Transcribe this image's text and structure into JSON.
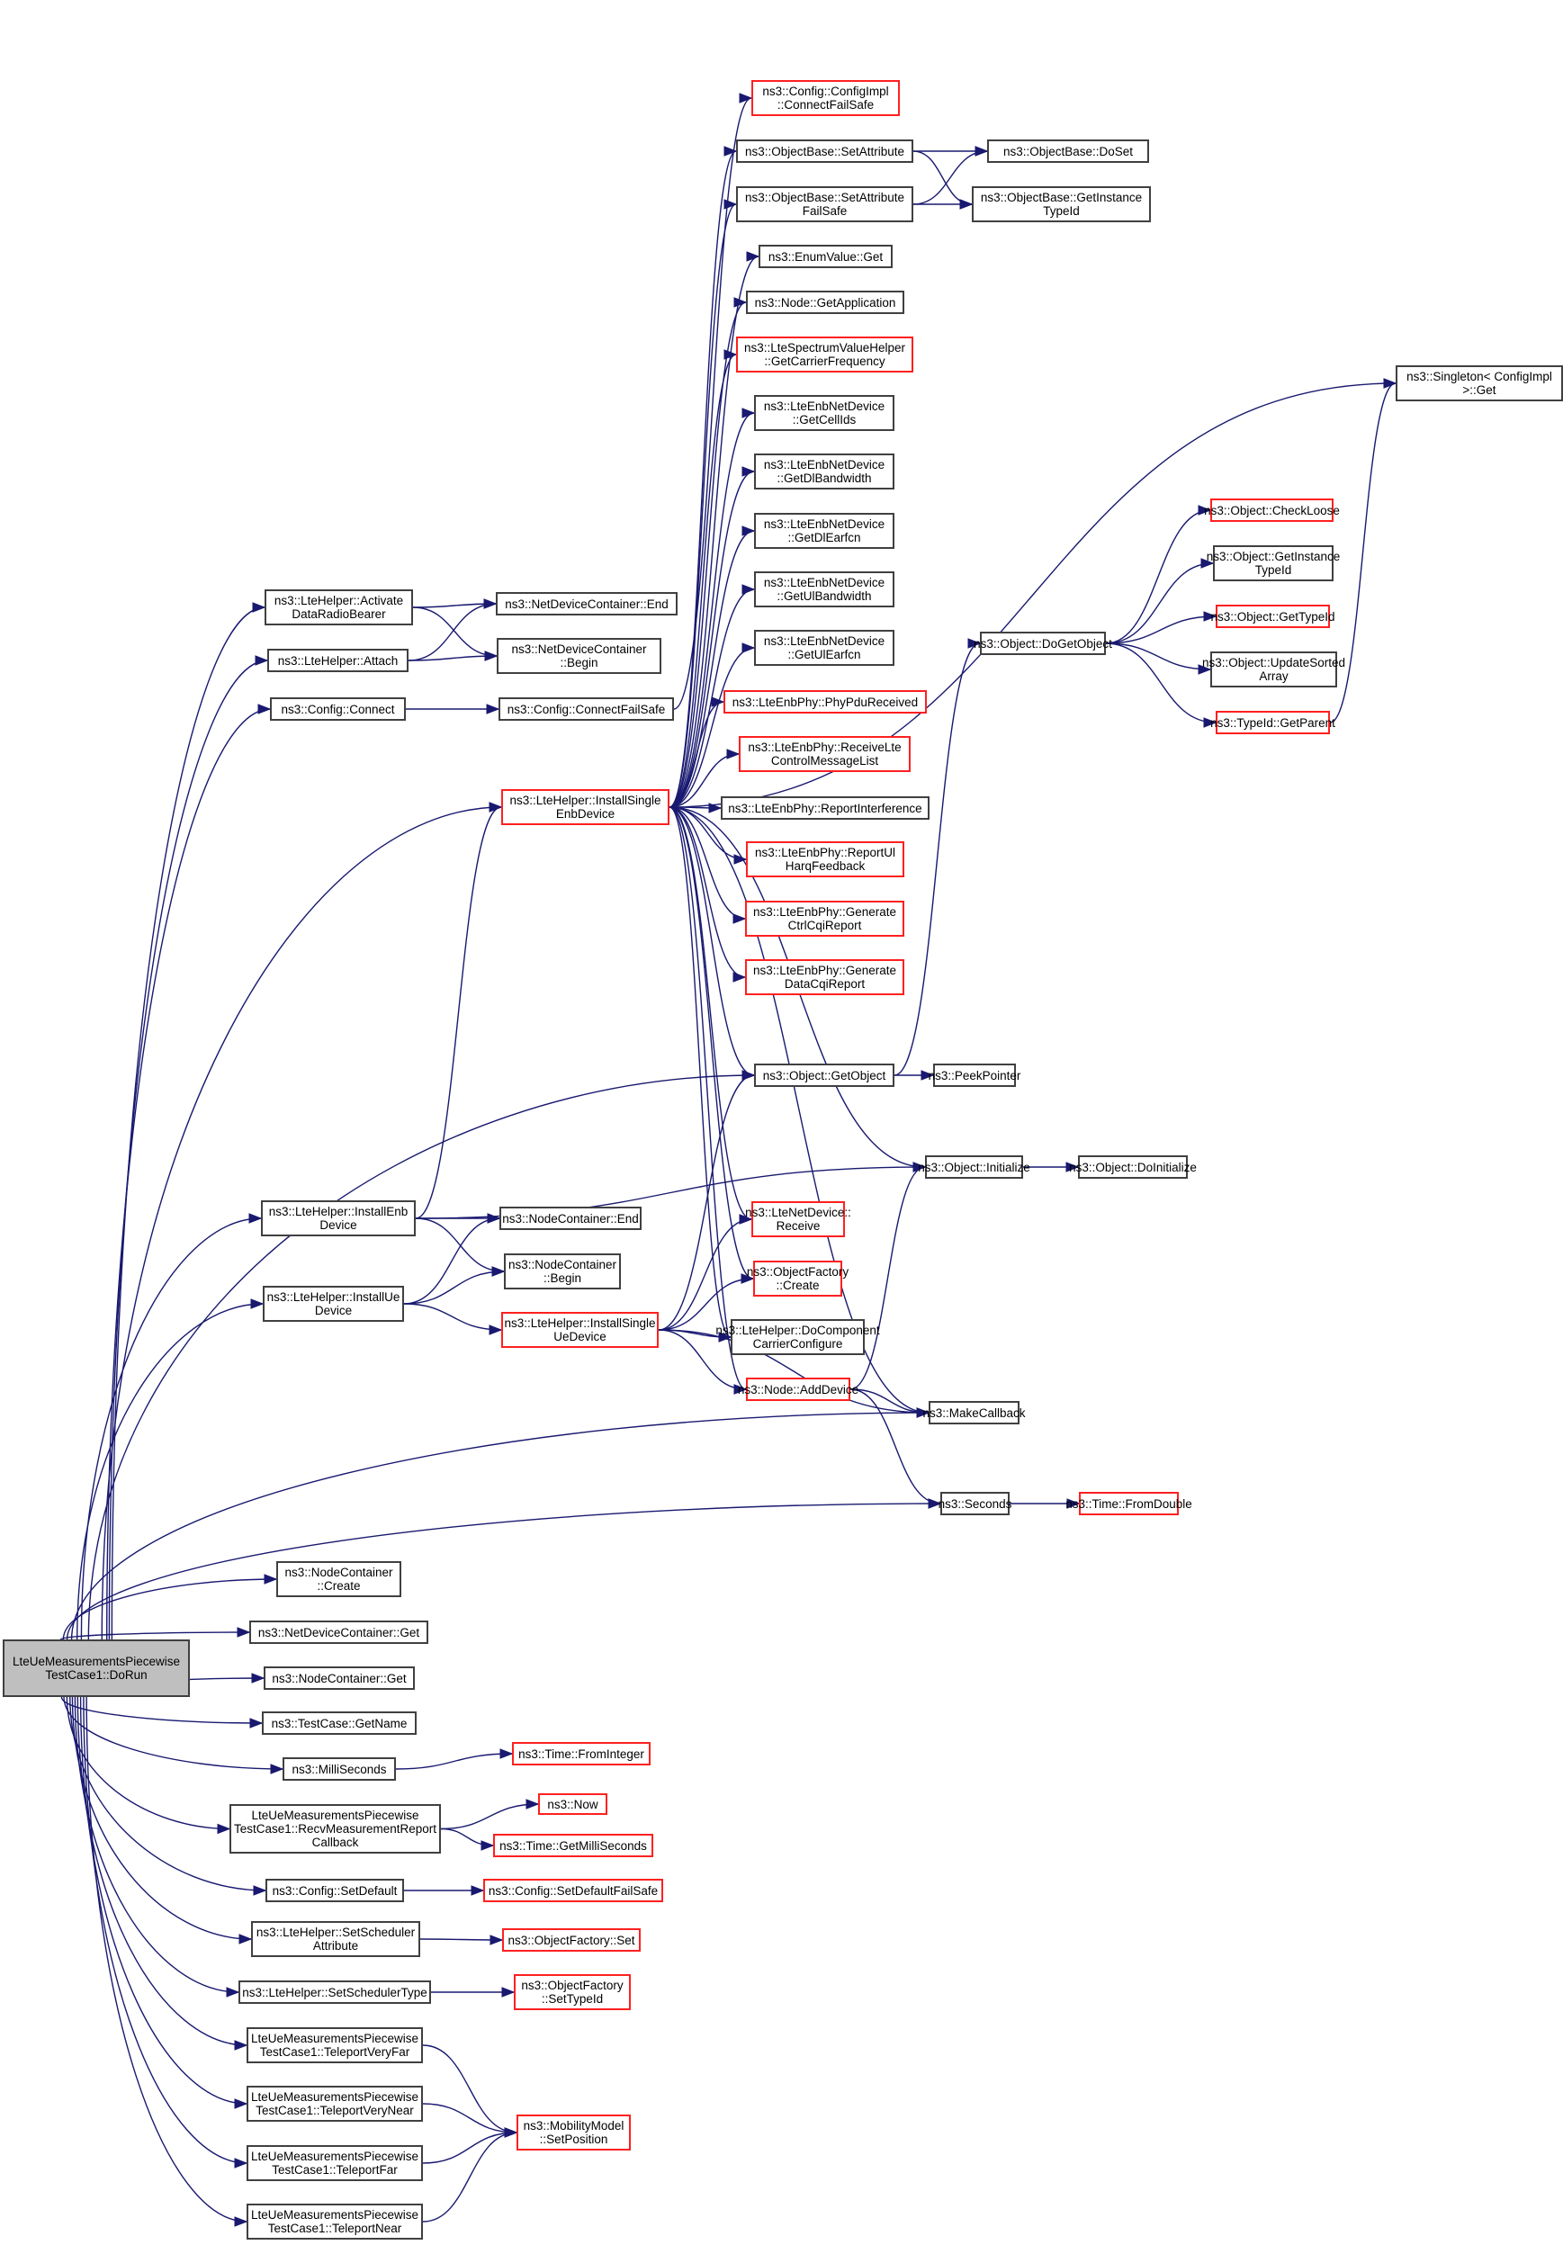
{
  "title": "LteUeMeasurementsPiecewiseTestCase1::DoRun call graph",
  "colors": {
    "edge": "#191970",
    "doc_border": "#404040",
    "undoc_border": "#ff2020",
    "root_fill": "#bfbfbf"
  },
  "nodes": [
    {
      "id": "root",
      "label": "LteUeMeasurementsPiecewise\nTestCase1::DoRun",
      "kind": "root"
    },
    {
      "id": "activate",
      "label": "ns3::LteHelper::Activate\nDataRadioBearer",
      "kind": "doc"
    },
    {
      "id": "attach",
      "label": "ns3::LteHelper::Attach",
      "kind": "doc"
    },
    {
      "id": "cfgconnect",
      "label": "ns3::Config::Connect",
      "kind": "doc"
    },
    {
      "id": "ndcEnd",
      "label": "ns3::NetDeviceContainer::End",
      "kind": "doc"
    },
    {
      "id": "ndcBegin",
      "label": "ns3::NetDeviceContainer\n::Begin",
      "kind": "doc"
    },
    {
      "id": "cfgconnectfs",
      "label": "ns3::Config::ConnectFailSafe",
      "kind": "doc"
    },
    {
      "id": "installSingleEnb",
      "label": "ns3::LteHelper::InstallSingle\nEnbDevice",
      "kind": "undoc"
    },
    {
      "id": "cfgImplConnect",
      "label": "ns3::Config::ConfigImpl\n::ConnectFailSafe",
      "kind": "undoc"
    },
    {
      "id": "setAttr",
      "label": "ns3::ObjectBase::SetAttribute",
      "kind": "doc"
    },
    {
      "id": "setAttrFs",
      "label": "ns3::ObjectBase::SetAttribute\nFailSafe",
      "kind": "doc"
    },
    {
      "id": "doSet",
      "label": "ns3::ObjectBase::DoSet",
      "kind": "doc"
    },
    {
      "id": "obGetInst",
      "label": "ns3::ObjectBase::GetInstance\nTypeId",
      "kind": "doc"
    },
    {
      "id": "enumGet",
      "label": "ns3::EnumValue::Get",
      "kind": "doc"
    },
    {
      "id": "getApp",
      "label": "ns3::Node::GetApplication",
      "kind": "doc"
    },
    {
      "id": "carrierFreq",
      "label": "ns3::LteSpectrumValueHelper\n::GetCarrierFrequency",
      "kind": "undoc"
    },
    {
      "id": "cellIds",
      "label": "ns3::LteEnbNetDevice\n::GetCellIds",
      "kind": "doc"
    },
    {
      "id": "dlBw",
      "label": "ns3::LteEnbNetDevice\n::GetDlBandwidth",
      "kind": "doc"
    },
    {
      "id": "dlEarfcn",
      "label": "ns3::LteEnbNetDevice\n::GetDlEarfcn",
      "kind": "doc"
    },
    {
      "id": "ulBw",
      "label": "ns3::LteEnbNetDevice\n::GetUlBandwidth",
      "kind": "doc"
    },
    {
      "id": "ulEarfcn",
      "label": "ns3::LteEnbNetDevice\n::GetUlEarfcn",
      "kind": "doc"
    },
    {
      "id": "phyPdu",
      "label": "ns3::LteEnbPhy::PhyPduReceived",
      "kind": "undoc"
    },
    {
      "id": "recvCtrl",
      "label": "ns3::LteEnbPhy::ReceiveLte\nControlMessageList",
      "kind": "undoc"
    },
    {
      "id": "reportIntf",
      "label": "ns3::LteEnbPhy::ReportInterference",
      "kind": "doc"
    },
    {
      "id": "reportUl",
      "label": "ns3::LteEnbPhy::ReportUl\nHarqFeedback",
      "kind": "undoc"
    },
    {
      "id": "genCtrl",
      "label": "ns3::LteEnbPhy::Generate\nCtrlCqiReport",
      "kind": "undoc"
    },
    {
      "id": "genData",
      "label": "ns3::LteEnbPhy::Generate\nDataCqiReport",
      "kind": "undoc"
    },
    {
      "id": "singletonGet",
      "label": "ns3::Singleton< ConfigImpl\n>::Get",
      "kind": "doc"
    },
    {
      "id": "doGetObject",
      "label": "ns3::Object::DoGetObject",
      "kind": "doc"
    },
    {
      "id": "checkLoose",
      "label": "ns3::Object::CheckLoose",
      "kind": "undoc"
    },
    {
      "id": "objGetInst",
      "label": "ns3::Object::GetInstance\nTypeId",
      "kind": "doc"
    },
    {
      "id": "objGetTypeId",
      "label": "ns3::Object::GetTypeId",
      "kind": "undoc"
    },
    {
      "id": "updateSorted",
      "label": "ns3::Object::UpdateSorted\nArray",
      "kind": "doc"
    },
    {
      "id": "getParent",
      "label": "ns3::TypeId::GetParent",
      "kind": "undoc"
    },
    {
      "id": "getObject",
      "label": "ns3::Object::GetObject",
      "kind": "doc"
    },
    {
      "id": "peekPointer",
      "label": "ns3::PeekPointer",
      "kind": "doc"
    },
    {
      "id": "installEnb",
      "label": "ns3::LteHelper::InstallEnb\nDevice",
      "kind": "doc"
    },
    {
      "id": "installUe",
      "label": "ns3::LteHelper::InstallUe\nDevice",
      "kind": "doc"
    },
    {
      "id": "ncEnd",
      "label": "ns3::NodeContainer::End",
      "kind": "doc"
    },
    {
      "id": "ncBegin",
      "label": "ns3::NodeContainer\n::Begin",
      "kind": "doc"
    },
    {
      "id": "installSingleUe",
      "label": "ns3::LteHelper::InstallSingle\nUeDevice",
      "kind": "undoc"
    },
    {
      "id": "lteNetRecv",
      "label": "ns3::LteNetDevice::\nReceive",
      "kind": "undoc"
    },
    {
      "id": "ofCreate",
      "label": "ns3::ObjectFactory\n::Create",
      "kind": "undoc"
    },
    {
      "id": "doCC",
      "label": "ns3::LteHelper::DoComponent\nCarrierConfigure",
      "kind": "doc"
    },
    {
      "id": "addDevice",
      "label": "ns3::Node::AddDevice",
      "kind": "undoc"
    },
    {
      "id": "initialize",
      "label": "ns3::Object::Initialize",
      "kind": "doc"
    },
    {
      "id": "doInitialize",
      "label": "ns3::Object::DoInitialize",
      "kind": "doc"
    },
    {
      "id": "makeCallback",
      "label": "ns3::MakeCallback",
      "kind": "doc"
    },
    {
      "id": "seconds",
      "label": "ns3::Seconds",
      "kind": "doc"
    },
    {
      "id": "fromDouble",
      "label": "ns3::Time::FromDouble",
      "kind": "undoc"
    },
    {
      "id": "ncCreate",
      "label": "ns3::NodeContainer\n::Create",
      "kind": "doc"
    },
    {
      "id": "ndcGet",
      "label": "ns3::NetDeviceContainer::Get",
      "kind": "doc"
    },
    {
      "id": "ncGet",
      "label": "ns3::NodeContainer::Get",
      "kind": "doc"
    },
    {
      "id": "getName",
      "label": "ns3::TestCase::GetName",
      "kind": "doc"
    },
    {
      "id": "milliSeconds",
      "label": "ns3::MilliSeconds",
      "kind": "doc"
    },
    {
      "id": "fromInteger",
      "label": "ns3::Time::FromInteger",
      "kind": "undoc"
    },
    {
      "id": "recvCb",
      "label": "LteUeMeasurementsPiecewise\nTestCase1::RecvMeasurementReport\nCallback",
      "kind": "doc"
    },
    {
      "id": "now",
      "label": "ns3::Now",
      "kind": "undoc"
    },
    {
      "id": "getMs",
      "label": "ns3::Time::GetMilliSeconds",
      "kind": "undoc"
    },
    {
      "id": "setDefault",
      "label": "ns3::Config::SetDefault",
      "kind": "doc"
    },
    {
      "id": "setDefaultFs",
      "label": "ns3::Config::SetDefaultFailSafe",
      "kind": "undoc"
    },
    {
      "id": "setSchedAttr",
      "label": "ns3::LteHelper::SetScheduler\nAttribute",
      "kind": "doc"
    },
    {
      "id": "ofSet",
      "label": "ns3::ObjectFactory::Set",
      "kind": "undoc"
    },
    {
      "id": "setSchedType",
      "label": "ns3::LteHelper::SetSchedulerType",
      "kind": "doc"
    },
    {
      "id": "ofSetTypeId",
      "label": "ns3::ObjectFactory\n::SetTypeId",
      "kind": "undoc"
    },
    {
      "id": "tpVeryFar",
      "label": "LteUeMeasurementsPiecewise\nTestCase1::TeleportVeryFar",
      "kind": "doc"
    },
    {
      "id": "tpVeryNear",
      "label": "LteUeMeasurementsPiecewise\nTestCase1::TeleportVeryNear",
      "kind": "doc"
    },
    {
      "id": "tpFar",
      "label": "LteUeMeasurementsPiecewise\nTestCase1::TeleportFar",
      "kind": "doc"
    },
    {
      "id": "tpNear",
      "label": "LteUeMeasurementsPiecewise\nTestCase1::TeleportNear",
      "kind": "doc"
    },
    {
      "id": "setPosition",
      "label": "ns3::MobilityModel\n::SetPosition",
      "kind": "undoc"
    }
  ],
  "edges": [
    [
      "root",
      "activate"
    ],
    [
      "root",
      "attach"
    ],
    [
      "root",
      "cfgconnect"
    ],
    [
      "root",
      "installSingleEnb"
    ],
    [
      "root",
      "getObject"
    ],
    [
      "root",
      "installEnb"
    ],
    [
      "root",
      "installUe"
    ],
    [
      "root",
      "makeCallback"
    ],
    [
      "root",
      "seconds"
    ],
    [
      "root",
      "ncCreate"
    ],
    [
      "root",
      "ndcGet"
    ],
    [
      "root",
      "ncGet"
    ],
    [
      "root",
      "getName"
    ],
    [
      "root",
      "milliSeconds"
    ],
    [
      "root",
      "recvCb"
    ],
    [
      "root",
      "setDefault"
    ],
    [
      "root",
      "setSchedAttr"
    ],
    [
      "root",
      "setSchedType"
    ],
    [
      "root",
      "tpVeryFar"
    ],
    [
      "root",
      "tpVeryNear"
    ],
    [
      "root",
      "tpFar"
    ],
    [
      "root",
      "tpNear"
    ],
    [
      "activate",
      "ndcEnd"
    ],
    [
      "activate",
      "ndcBegin"
    ],
    [
      "attach",
      "ndcEnd"
    ],
    [
      "attach",
      "ndcBegin"
    ],
    [
      "cfgconnect",
      "cfgconnectfs"
    ],
    [
      "cfgconnectfs",
      "cfgImplConnect"
    ],
    [
      "installSingleEnb",
      "setAttr"
    ],
    [
      "installSingleEnb",
      "setAttrFs"
    ],
    [
      "installSingleEnb",
      "enumGet"
    ],
    [
      "installSingleEnb",
      "getApp"
    ],
    [
      "installSingleEnb",
      "carrierFreq"
    ],
    [
      "installSingleEnb",
      "cellIds"
    ],
    [
      "installSingleEnb",
      "dlBw"
    ],
    [
      "installSingleEnb",
      "dlEarfcn"
    ],
    [
      "installSingleEnb",
      "ulBw"
    ],
    [
      "installSingleEnb",
      "ulEarfcn"
    ],
    [
      "installSingleEnb",
      "phyPdu"
    ],
    [
      "installSingleEnb",
      "recvCtrl"
    ],
    [
      "installSingleEnb",
      "reportIntf"
    ],
    [
      "installSingleEnb",
      "reportUl"
    ],
    [
      "installSingleEnb",
      "genCtrl"
    ],
    [
      "installSingleEnb",
      "genData"
    ],
    [
      "installSingleEnb",
      "singletonGet"
    ],
    [
      "installSingleEnb",
      "getObject"
    ],
    [
      "installSingleEnb",
      "initialize"
    ],
    [
      "installSingleEnb",
      "lteNetRecv"
    ],
    [
      "installSingleEnb",
      "ofCreate"
    ],
    [
      "installSingleEnb",
      "doCC"
    ],
    [
      "installSingleEnb",
      "addDevice"
    ],
    [
      "installSingleEnb",
      "makeCallback"
    ],
    [
      "setAttr",
      "doSet"
    ],
    [
      "setAttr",
      "obGetInst"
    ],
    [
      "setAttrFs",
      "doSet"
    ],
    [
      "setAttrFs",
      "obGetInst"
    ],
    [
      "getObject",
      "doGetObject"
    ],
    [
      "getObject",
      "peekPointer"
    ],
    [
      "doGetObject",
      "checkLoose"
    ],
    [
      "doGetObject",
      "objGetInst"
    ],
    [
      "doGetObject",
      "objGetTypeId"
    ],
    [
      "doGetObject",
      "updateSorted"
    ],
    [
      "doGetObject",
      "getParent"
    ],
    [
      "getParent",
      "singletonGet"
    ],
    [
      "installEnb",
      "installSingleEnb"
    ],
    [
      "installEnb",
      "initialize"
    ],
    [
      "installEnb",
      "ncEnd"
    ],
    [
      "installEnb",
      "ncBegin"
    ],
    [
      "installUe",
      "ncEnd"
    ],
    [
      "installUe",
      "ncBegin"
    ],
    [
      "installUe",
      "installSingleUe"
    ],
    [
      "installSingleUe",
      "getObject"
    ],
    [
      "installSingleUe",
      "lteNetRecv"
    ],
    [
      "installSingleUe",
      "ofCreate"
    ],
    [
      "installSingleUe",
      "doCC"
    ],
    [
      "installSingleUe",
      "addDevice"
    ],
    [
      "installSingleUe",
      "makeCallback"
    ],
    [
      "addDevice",
      "initialize"
    ],
    [
      "addDevice",
      "makeCallback"
    ],
    [
      "addDevice",
      "seconds"
    ],
    [
      "initialize",
      "doInitialize"
    ],
    [
      "seconds",
      "fromDouble"
    ],
    [
      "milliSeconds",
      "fromInteger"
    ],
    [
      "recvCb",
      "now"
    ],
    [
      "recvCb",
      "getMs"
    ],
    [
      "setDefault",
      "setDefaultFs"
    ],
    [
      "setSchedAttr",
      "ofSet"
    ],
    [
      "setSchedType",
      "ofSetTypeId"
    ],
    [
      "tpVeryFar",
      "setPosition"
    ],
    [
      "tpVeryNear",
      "setPosition"
    ],
    [
      "tpFar",
      "setPosition"
    ],
    [
      "tpNear",
      "setPosition"
    ]
  ]
}
